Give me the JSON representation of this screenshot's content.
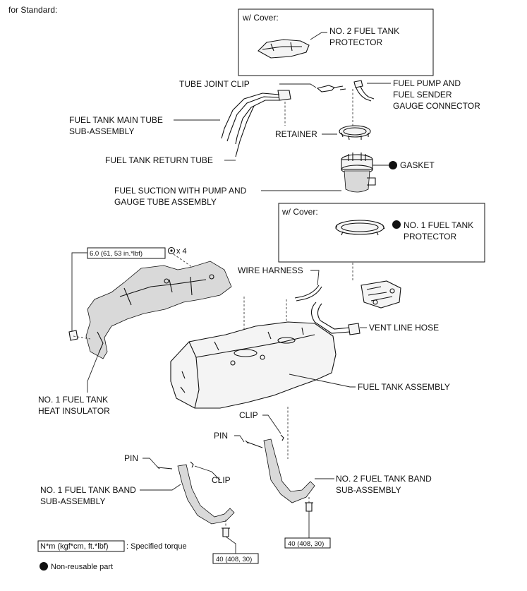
{
  "header": {
    "variant": "for Standard:"
  },
  "cover_boxes": [
    {
      "title": "w/ Cover:",
      "part_label_lines": [
        "NO. 2 FUEL TANK",
        "PROTECTOR"
      ]
    },
    {
      "title": "w/ Cover:",
      "part_label_lines": [
        "NO. 1 FUEL TANK",
        "PROTECTOR"
      ]
    }
  ],
  "labels": {
    "tube_joint_clip": "TUBE JOINT CLIP",
    "fuel_pump_connector": [
      "FUEL PUMP AND",
      "FUEL SENDER",
      "GAUGE CONNECTOR"
    ],
    "main_tube": [
      "FUEL TANK MAIN TUBE",
      "SUB-ASSEMBLY"
    ],
    "retainer": "RETAINER",
    "return_tube": "FUEL TANK RETURN TUBE",
    "gasket": "GASKET",
    "suction_assembly": [
      "FUEL SUCTION WITH PUMP AND",
      "GAUGE TUBE ASSEMBLY"
    ],
    "wire_harness": "WIRE HARNESS",
    "vent_line_hose": "VENT LINE HOSE",
    "fuel_tank_assembly": "FUEL TANK ASSEMBLY",
    "heat_insulator": [
      "NO. 1 FUEL TANK",
      "HEAT INSULATOR"
    ],
    "clip_upper": "CLIP",
    "pin_right": "PIN",
    "pin_left": "PIN",
    "clip_left": "CLIP",
    "band_1": [
      "NO. 1 FUEL TANK BAND",
      "SUB-ASSEMBLY"
    ],
    "band_2": [
      "NO. 2 FUEL TANK BAND",
      "SUB-ASSEMBLY"
    ]
  },
  "torque_specs": {
    "insulator": "6.0 (61, 53 in.*lbf)",
    "nut_count": "x 4",
    "band_2_bolt": "40 (408, 30)",
    "band_1_bolt": "40 (408, 30)"
  },
  "legend": {
    "torque_unit_box": "N*m (kgf*cm, ft.*lbf)",
    "torque_desc": ": Specified torque",
    "non_reusable": "Non-reusable part"
  }
}
